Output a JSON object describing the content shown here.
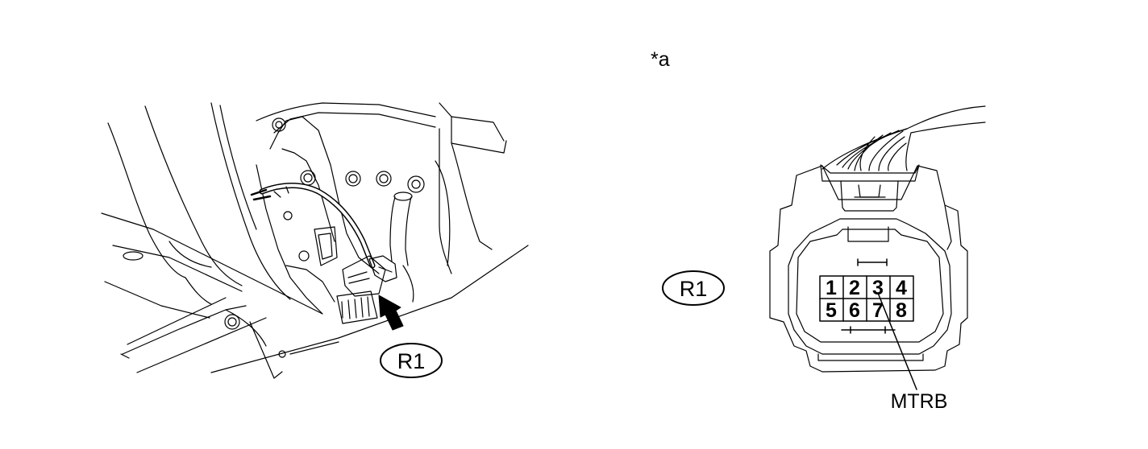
{
  "callouts": {
    "marker_a": "*a",
    "connector_left": "R1",
    "connector_right": "R1",
    "terminal_label": "MTRB"
  },
  "connector": {
    "pins_top": [
      "1",
      "2",
      "3",
      "4"
    ],
    "pins_bottom": [
      "5",
      "6",
      "7",
      "8"
    ]
  },
  "icons": {
    "arrow": "insertion-arrow-icon"
  }
}
